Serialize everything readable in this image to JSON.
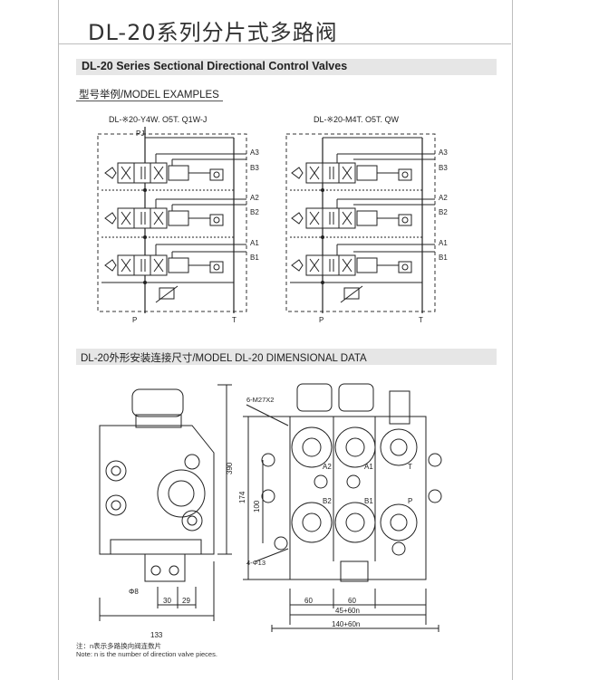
{
  "title": "DL-20系列分片式多路阀",
  "subtitle": "DL-20 Series Sectional Directional Control Valves",
  "section_examples": "型号举例/MODEL EXAMPLES",
  "section_dimensions": "DL-20外形安装连接尺寸/MODEL DL-20 DIMENSIONAL DATA",
  "example1": {
    "model": "DL-※20-Y4W. O5T. Q1W-J",
    "port_top": "PJ",
    "ports_right": [
      "A3",
      "B3",
      "A2",
      "B2",
      "A1",
      "B1"
    ],
    "port_p": "P",
    "port_t": "T"
  },
  "example2": {
    "model": "DL-※20-M4T. O5T. QW",
    "ports_right": [
      "A3",
      "B3",
      "A2",
      "B2",
      "A1",
      "B1"
    ],
    "port_p": "P",
    "port_t": "T"
  },
  "side_view": {
    "dim_height": "390",
    "dim_width": "133",
    "dim_a": "30",
    "dim_b": "29",
    "dim_phi": "Φ8"
  },
  "front_view": {
    "thread": "6-M27X2",
    "holes": "4-Φ13",
    "dim_174": "174",
    "dim_100": "100",
    "dim_60a": "60",
    "dim_60b": "60",
    "dim_45": "45+60n",
    "dim_140": "140+60n",
    "ports": [
      "A2",
      "A1",
      "T",
      "B2",
      "B1",
      "P"
    ]
  },
  "notes": [
    "注：n表示多路换向阀连数片",
    "Note: n is the number of direction valve pieces."
  ]
}
